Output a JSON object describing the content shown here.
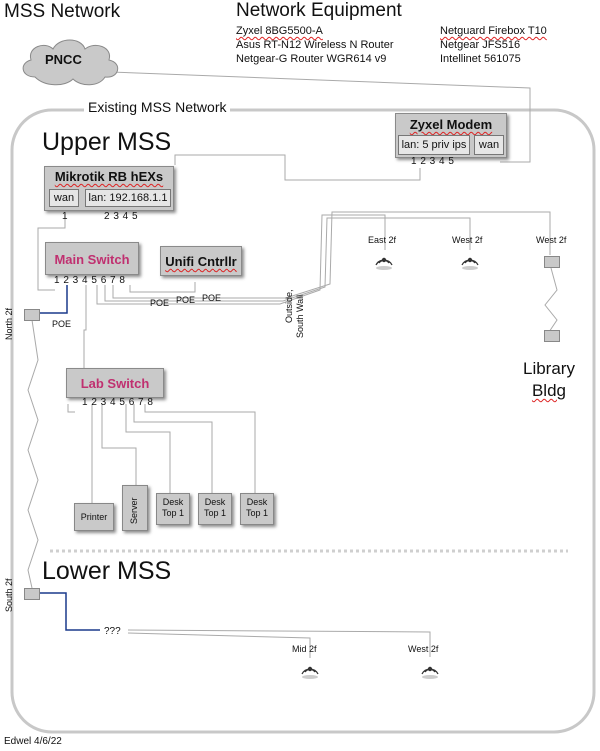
{
  "page_title": "MSS Network",
  "equipment": {
    "title": "Network Equipment",
    "col1": [
      "Zyxel 8BG5500-A",
      "Asus RT-N12 Wireless N Router",
      "Netgear-G Router WGR614 v9"
    ],
    "col2": [
      "Netguard Firebox T10",
      "Netgear JFS516",
      "Intellinet 561075"
    ]
  },
  "cloud_label": "PNCC",
  "existing_label": "Existing MSS Network",
  "upper_label": "Upper MSS",
  "lower_label": "Lower MSS",
  "zyxel": {
    "title": "Zyxel Modem",
    "lan": "lan: 5 priv ips",
    "wan": "wan",
    "ports": "1 2 3 4 5"
  },
  "mikrotik": {
    "title": "Mikrotik RB hEXs",
    "wan": "wan",
    "lan": "lan: 192.168.1.1",
    "port1": "1",
    "ports": "2 3 4 5"
  },
  "main_switch": {
    "title": "Main Switch",
    "ports": "1 2 3 4 5 6 7 8"
  },
  "unifi": {
    "title": "Unifi Cntrllr"
  },
  "lab_switch": {
    "title": "Lab Switch",
    "ports": "1 2 3 4 5 6 7 8"
  },
  "poe": [
    "POE",
    "POE",
    "POE"
  ],
  "poe_left": "POE",
  "outside": [
    "Outside,",
    "South Wall"
  ],
  "ap": {
    "east": "East 2f",
    "west_a": "West 2f",
    "west_b": "West 2f",
    "mid": "Mid 2f",
    "west_lower": "West 2f"
  },
  "north": "North 2f",
  "south": "South 2f",
  "library": [
    "Library",
    "Bldg"
  ],
  "devices": {
    "printer": "Printer",
    "server": "Server",
    "desk1": [
      "Desk",
      "Top 1"
    ],
    "desk2": [
      "Desk",
      "Top 1"
    ],
    "desk3": [
      "Desk",
      "Top 1"
    ]
  },
  "unknown": "???",
  "footer": "Edwel 4/6/22",
  "colors": {
    "blue_cable": "#1a3a8c",
    "pink_title": "#c03070",
    "box_gray": "#c9c9c9"
  }
}
